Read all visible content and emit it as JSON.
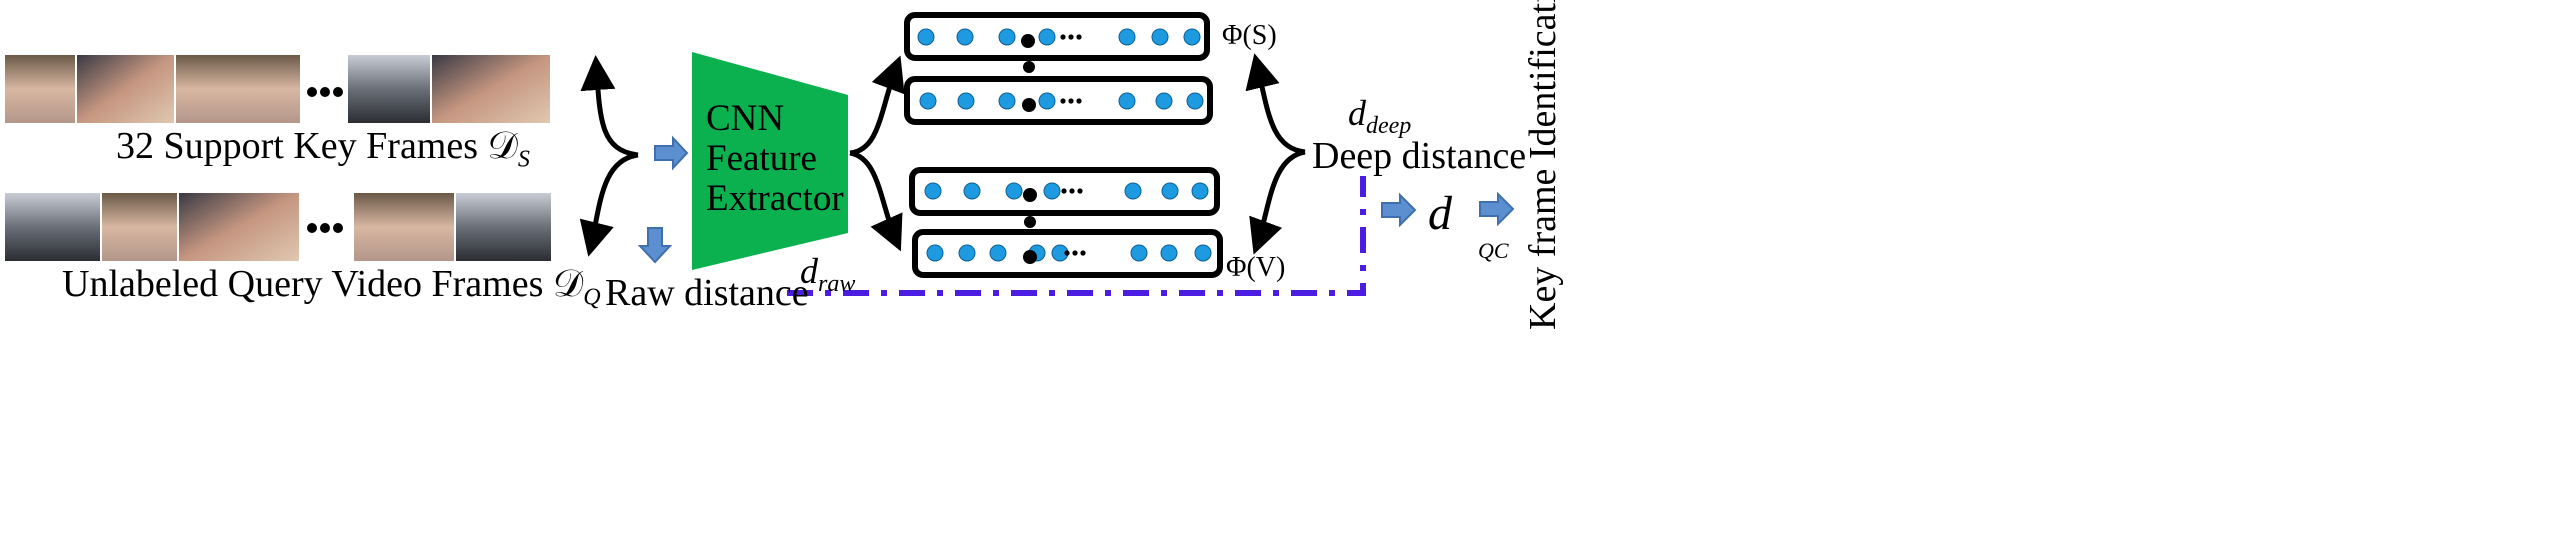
{
  "support_caption": "32 Support Key Frames 𝒟",
  "support_caption_sub": "S",
  "query_caption": "Unlabeled Query Video Frames 𝒟",
  "query_caption_sub": "Q",
  "cnn_label_line1": "CNN",
  "cnn_label_line2": "Feature",
  "cnn_label_line3": "Extractor",
  "phi_s_label": "Φ(S)",
  "phi_v_label": "Φ(V)",
  "d_deep_main": "d",
  "d_deep_sub": "deep",
  "deep_distance_label": "Deep distance",
  "raw_distance_label": "Raw distance",
  "d_raw_main": "d",
  "d_raw_sub": "raw",
  "d_final": "d",
  "qc_label": "QC",
  "keyframe_label": "Key frame Identification",
  "colors": {
    "cnn_green": "#0bb04f",
    "dot_blue": "#1e9be0",
    "arrow_blue": "#5b8fd0",
    "dash_purple": "#4b1de0"
  }
}
